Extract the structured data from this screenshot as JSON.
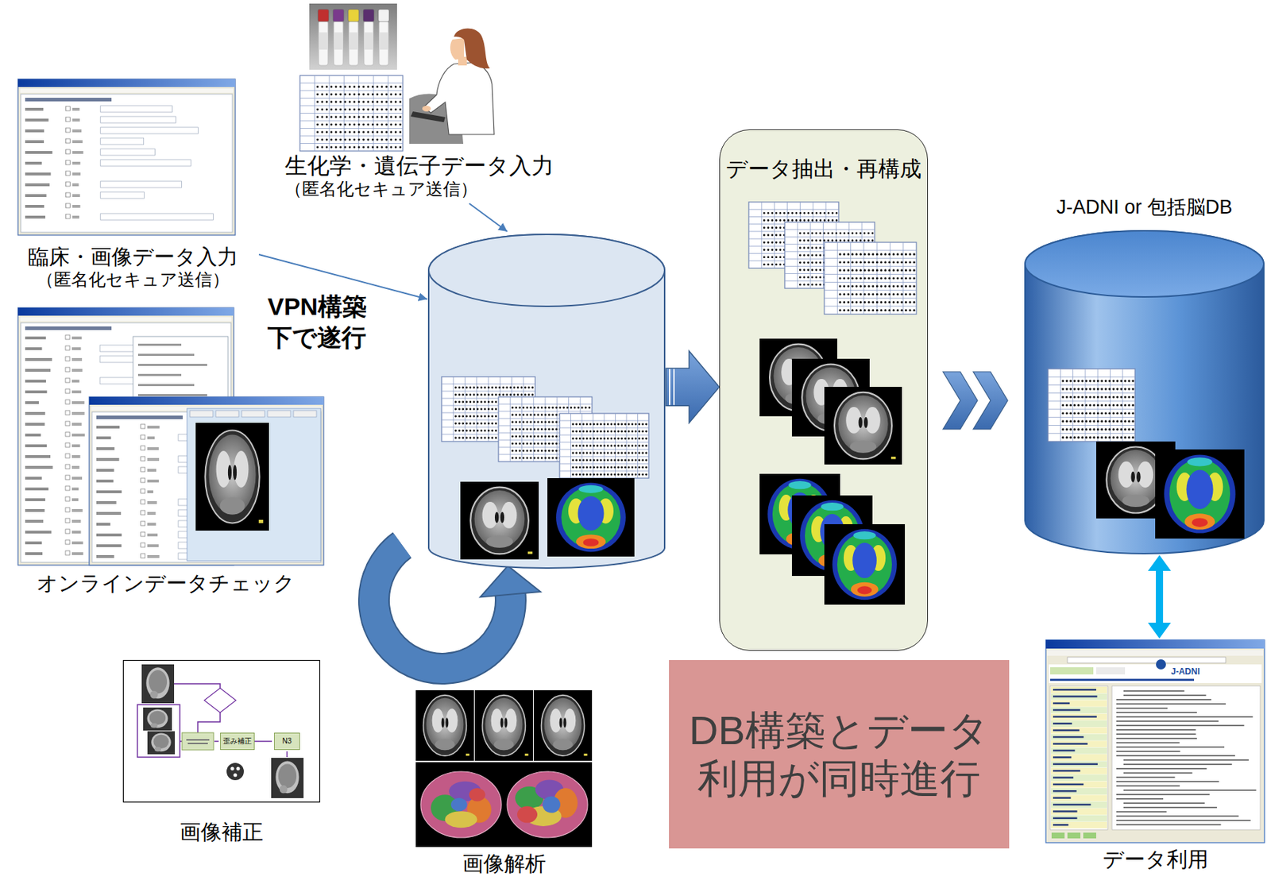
{
  "diagram": {
    "nodes": [
      {
        "text": [
          "臨床・画像データ入力",
          "（匿名化セキュア送信）"
        ]
      },
      {
        "text": [
          "生化学・遺伝子データ入力",
          "（匿名化セキュア送信）"
        ]
      },
      {
        "text": [
          "オンラインデータチェック"
        ]
      },
      {
        "text": []
      },
      {
        "text": [
          "画像補正"
        ]
      },
      {
        "text": [
          "画像解析"
        ]
      },
      {
        "text": [
          "データ抽出・再構成"
        ]
      },
      {
        "text": [
          "J-ADNI or 包括脳DB"
        ]
      },
      {
        "text": [
          "データ利用"
        ]
      },
      {
        "text": [
          "DB構築とデータ利用が同時進行"
        ]
      }
    ],
    "edges": [
      {
        "from": 0,
        "to": 3,
        "label": "VPN構築下で遂行",
        "arrow": "to"
      },
      {
        "from": 1,
        "to": 3,
        "arrow": "to"
      },
      {
        "from": 3,
        "to": 6,
        "arrow": "to"
      },
      {
        "from": 6,
        "to": 7,
        "arrow": "to"
      },
      {
        "from": 7,
        "to": 8,
        "arrow": "both"
      }
    ],
    "labels": [
      "歪み補正",
      "N3",
      "J-ADNI"
    ]
  }
}
